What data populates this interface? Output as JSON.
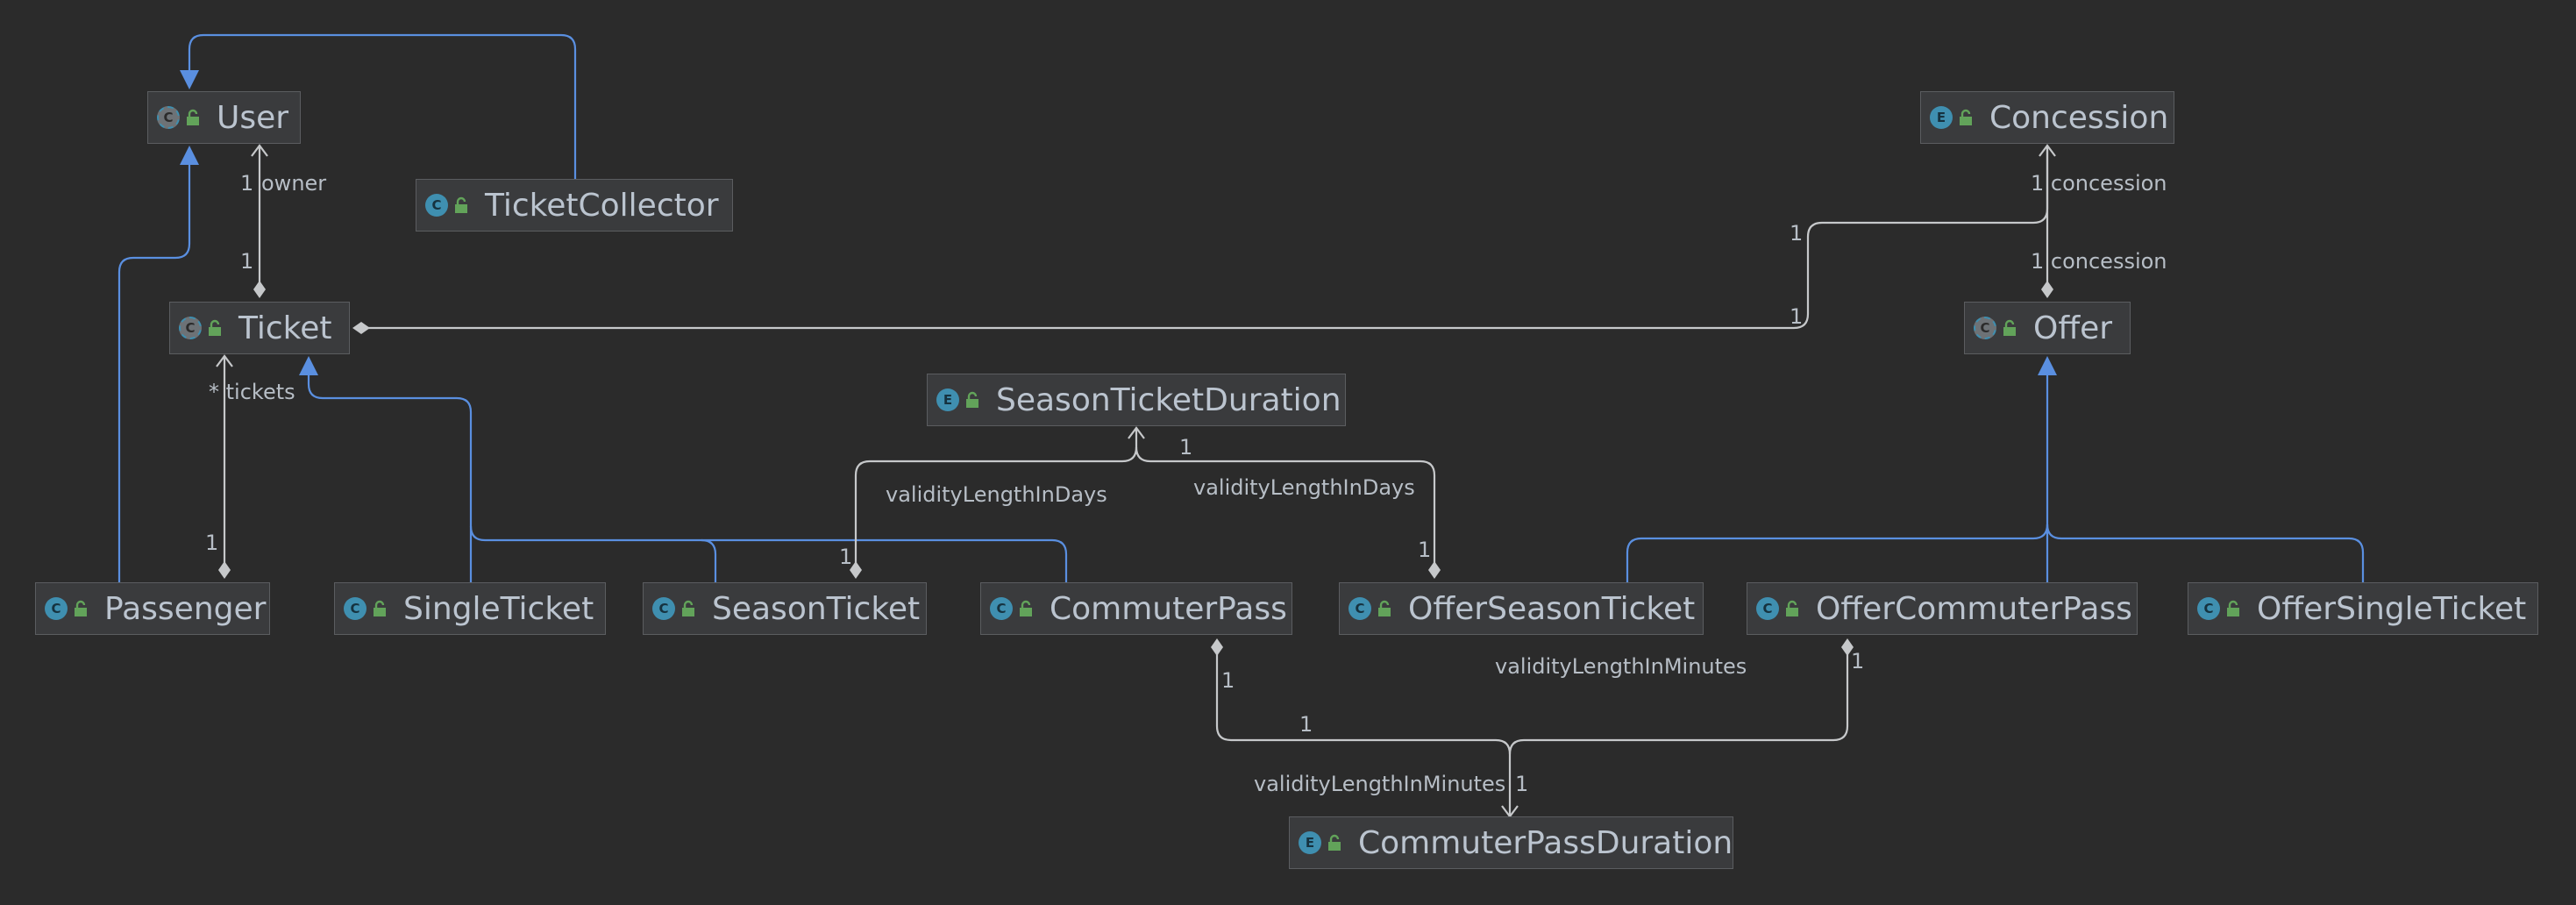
{
  "classes": [
    {
      "id": "user",
      "name": "User",
      "kind": "C",
      "abstract": true
    },
    {
      "id": "ticketcollector",
      "name": "TicketCollector",
      "kind": "C",
      "abstract": false
    },
    {
      "id": "concession",
      "name": "Concession",
      "kind": "E",
      "abstract": false
    },
    {
      "id": "ticket",
      "name": "Ticket",
      "kind": "C",
      "abstract": true
    },
    {
      "id": "offer",
      "name": "Offer",
      "kind": "C",
      "abstract": true
    },
    {
      "id": "seasonticketduration",
      "name": "SeasonTicketDuration",
      "kind": "E",
      "abstract": false
    },
    {
      "id": "passenger",
      "name": "Passenger",
      "kind": "C",
      "abstract": false
    },
    {
      "id": "singleticket",
      "name": "SingleTicket",
      "kind": "C",
      "abstract": false
    },
    {
      "id": "seasonticket",
      "name": "SeasonTicket",
      "kind": "C",
      "abstract": false
    },
    {
      "id": "commuterpass",
      "name": "CommuterPass",
      "kind": "C",
      "abstract": false
    },
    {
      "id": "offerseasonticket",
      "name": "OfferSeasonTicket",
      "kind": "C",
      "abstract": false
    },
    {
      "id": "offercommuterpass",
      "name": "OfferCommuterPass",
      "kind": "C",
      "abstract": false
    },
    {
      "id": "offersingleticket",
      "name": "OfferSingleTicket",
      "kind": "C",
      "abstract": false
    },
    {
      "id": "commuterpassduration",
      "name": "CommuterPassDuration",
      "kind": "E",
      "abstract": false
    }
  ],
  "labels": {
    "owner": "owner",
    "owner_mult_user": "1",
    "owner_mult_ticket": "1",
    "tickets": "* tickets",
    "tickets_mult_passenger": "1",
    "concession_offer_end": "1 concession",
    "concession_offer_start": "1 concession",
    "ticket_concession_mult_a": "1",
    "ticket_concession_mult_b": "1",
    "std_mult": "1",
    "std_seasonticket_role": "validityLengthInDays",
    "std_seasonticket_mult": "1",
    "std_offerseason_role": "validityLengthInDays",
    "std_offerseason_mult": "1",
    "cpd_commuter_mult": "1",
    "cpd_offercommuter_role": "validityLengthInMinutes",
    "cpd_offercommuter_mult": "1",
    "cpd_mult_mid": "1",
    "cpd_role": "validityLengthInMinutes",
    "cpd_mult_end": "1"
  },
  "colors": {
    "background": "#2b2b2b",
    "node_fill": "#3a3b3d",
    "node_border": "#5b5d60",
    "node_text": "#bbc4cf",
    "icon_blue": "#3f8fb0",
    "lock_green": "#62a35a",
    "inheritance": "#5a8fe0",
    "association": "#c6c8ca",
    "label_text": "#b7bec6"
  }
}
